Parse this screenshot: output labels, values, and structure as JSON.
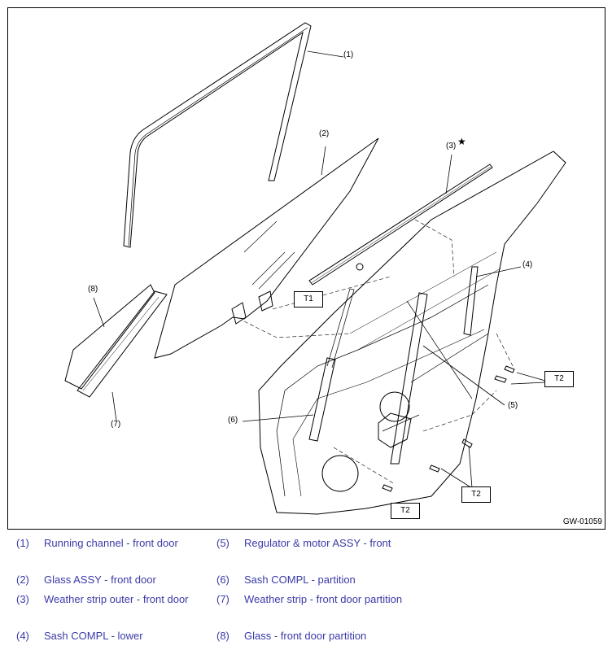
{
  "callouts": {
    "c1": "(1)",
    "c2": "(2)",
    "c3": "(3)",
    "c4": "(4)",
    "c5": "(5)",
    "c6": "(6)",
    "c7": "(7)",
    "c8": "(8)"
  },
  "star": "★",
  "torque_labels": {
    "t1": "T1",
    "t2a": "T2",
    "t2b": "T2",
    "t2c": "T2"
  },
  "figure_id": "GW-01059",
  "legend": [
    {
      "num": "(1)",
      "text": "Running channel - front door"
    },
    {
      "num": "(2)",
      "text": "Glass ASSY - front door"
    },
    {
      "num": "(3)",
      "text": "Weather strip outer - front door"
    },
    {
      "num": "(4)",
      "text": "Sash COMPL - lower"
    },
    {
      "num": "(5)",
      "text": "Regulator & motor ASSY - front"
    },
    {
      "num": "(6)",
      "text": "Sash COMPL - partition"
    },
    {
      "num": "(7)",
      "text": "Weather strip - front door partition"
    },
    {
      "num": "(8)",
      "text": "Glass - front door partition"
    }
  ],
  "colors": {
    "legend_text": "#3a3aa8",
    "line": "#000000"
  }
}
